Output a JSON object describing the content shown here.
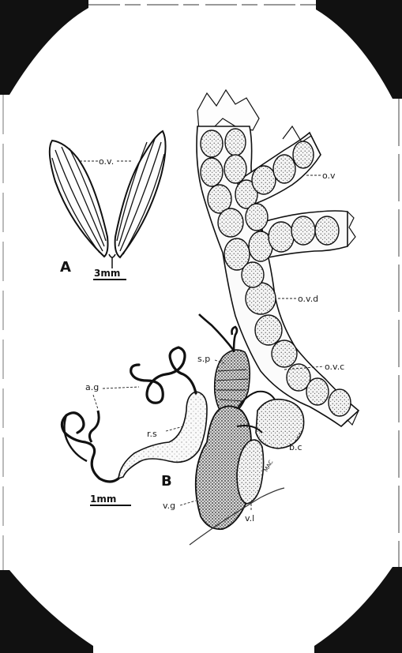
{
  "figure_a": {
    "panel_label": "A",
    "ovary_label": "o.v.",
    "scale_bar": "3mm"
  },
  "figure_b": {
    "panel_label": "B",
    "scale_bar": "1mm",
    "labels": {
      "ovarioles": "o.v",
      "oviduct": "o.v.d",
      "common_oviduct": "o.v.c",
      "spermatheca": "s.p",
      "accessory_gland": "a.g",
      "receptaculum": "r.s",
      "bursa": "b.c",
      "vagina": "v.g",
      "vulva": "v.l",
      "small_note": "MAC"
    }
  }
}
